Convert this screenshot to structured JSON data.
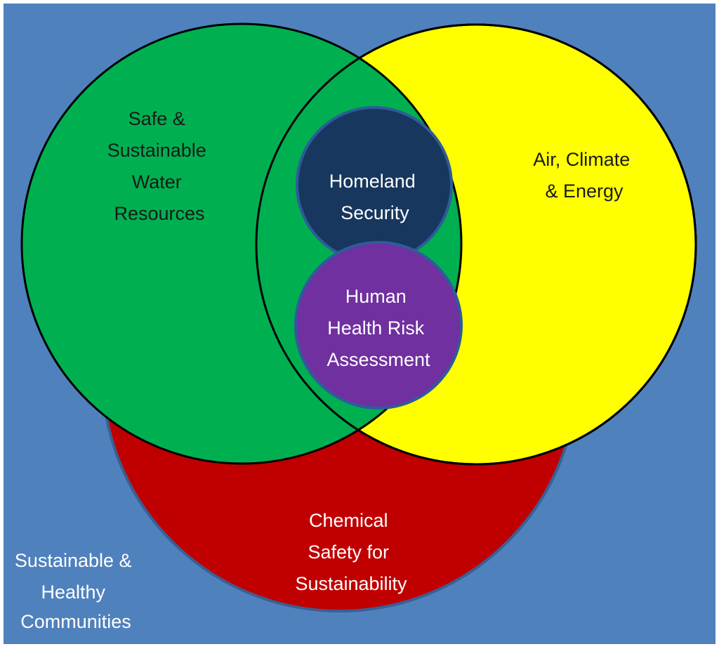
{
  "colors": {
    "background": "#4f81bd",
    "border": "#ffffff",
    "chemical_circle": "#c00000",
    "water_circle": "#00b050",
    "air_circle": "#ffff00",
    "homeland_circle": "#17375e",
    "health_circle": "#7030a0",
    "small_circle_outline": "#2e5c9a",
    "dark_text": "#1a1a1a",
    "light_text": "#ffffff"
  },
  "circles": {
    "water": {
      "lines": [
        "Safe &",
        "Sustainable",
        "Water",
        "Resources"
      ]
    },
    "air": {
      "lines": [
        "Air, Climate",
        "& Energy"
      ]
    },
    "chemical": {
      "lines": [
        "Chemical",
        "Safety for",
        "Sustainability"
      ]
    },
    "homeland": {
      "lines": [
        "Homeland",
        "Security"
      ]
    },
    "health": {
      "lines": [
        "Human",
        "Health Risk",
        "Assessment"
      ]
    }
  },
  "outer_label": {
    "lines": [
      "Sustainable &",
      "Healthy",
      "Communities"
    ]
  }
}
